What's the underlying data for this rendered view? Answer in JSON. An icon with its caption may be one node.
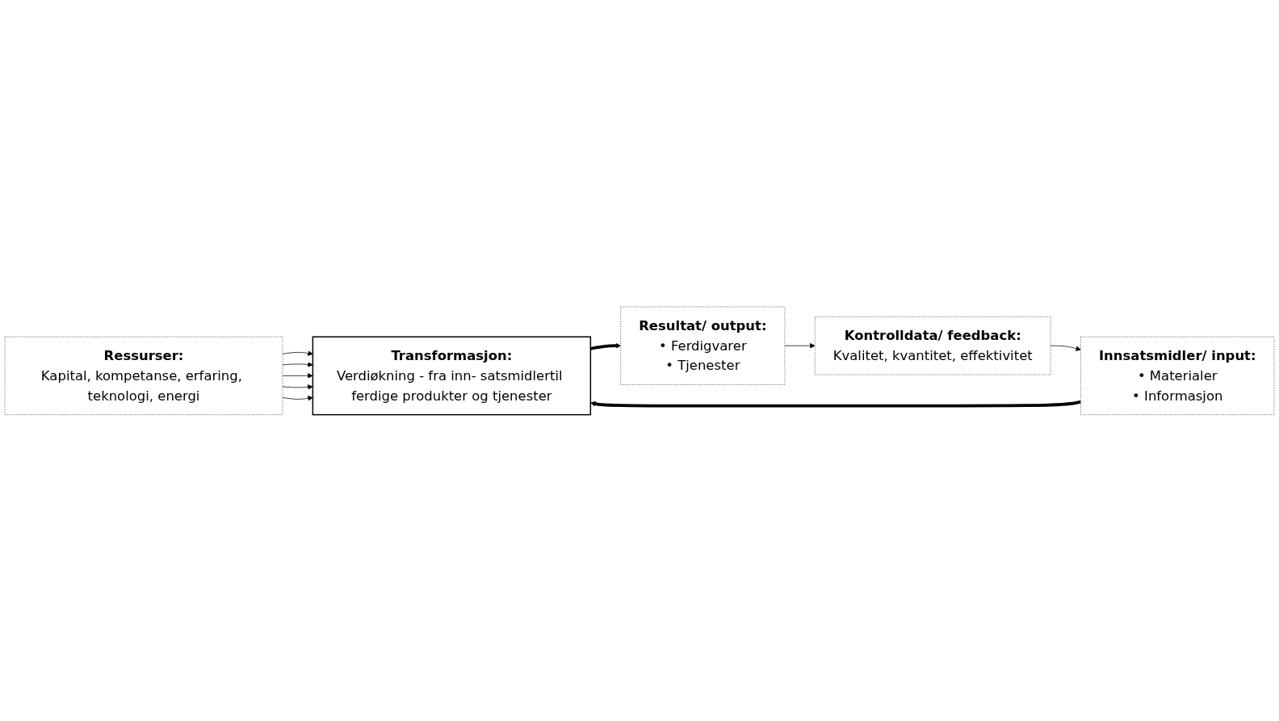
{
  "diagram": {
    "nodes": [
      {
        "text": [
          "Ressurser:",
          "Kapital, kompetanse, erfaring, teknologi, energi"
        ]
      },
      {
        "text": [
          "Innsatsmidler/ input:",
          "• Materialer",
          "• Informasjon"
        ]
      },
      {
        "text": [
          "Transformasjon:",
          "Verdiøkning - fra inn- satsmidlertil ferdige produkter og tjenester"
        ]
      },
      {
        "text": [
          "Resultat/ output:",
          "• Ferdigvarer",
          "• Tjenester"
        ]
      },
      {
        "text": [
          "Kontrolldata/ feedback:",
          "Kvalitet, kvantitet, effektivitet"
        ]
      }
    ],
    "edges": [
      {
        "from": 0,
        "to": 2,
        "arrow": "to"
      },
      {
        "from": 0,
        "to": 2,
        "arrow": "to"
      },
      {
        "from": 0,
        "to": 2,
        "arrow": "to"
      },
      {
        "from": 0,
        "to": 2,
        "arrow": "to"
      },
      {
        "from": 0,
        "to": 2,
        "arrow": "to"
      },
      {
        "from": 1,
        "to": 2,
        "arrow": "to",
        "style": "thick"
      },
      {
        "from": 2,
        "to": 3,
        "arrow": "to",
        "style": "thick"
      },
      {
        "from": 3,
        "to": 4,
        "arrow": "to"
      },
      {
        "from": 4,
        "to": 1,
        "arrow": "to"
      }
    ]
  }
}
